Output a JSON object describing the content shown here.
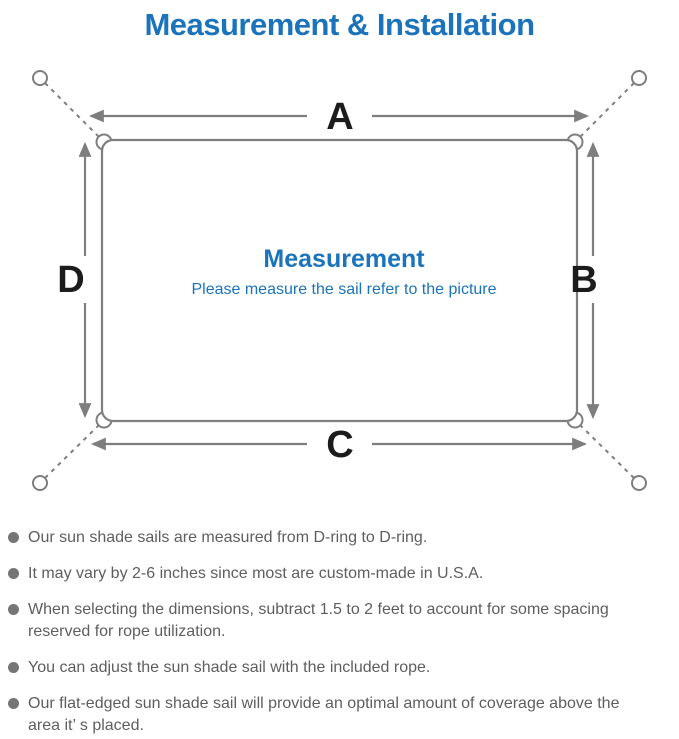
{
  "page_title": "Measurement & Installation",
  "diagram": {
    "dimension_labels": {
      "top": "A",
      "right": "B",
      "bottom": "C",
      "left": "D"
    },
    "center_heading": "Measurement",
    "center_caption": "Please measure the sail refer to the picture"
  },
  "notes": [
    "Our sun shade sails are measured from D-ring to D-ring.",
    "It may vary by 2-6 inches since most are custom-made in U.S.A.",
    "When selecting the dimensions, subtract 1.5 to 2 feet to account for some spacing reserved for rope utilization.",
    "You can adjust the sun shade sail with the included rope.",
    "Our flat-edged sun shade sail will provide an optimal amount of coverage above the area it’ s placed."
  ],
  "colors": {
    "accent_blue": "#1b74bb",
    "diagram_line_gray": "#7e7e7e",
    "dimension_label_black": "#1c1c1c",
    "note_text_gray": "#5e5e5e"
  }
}
